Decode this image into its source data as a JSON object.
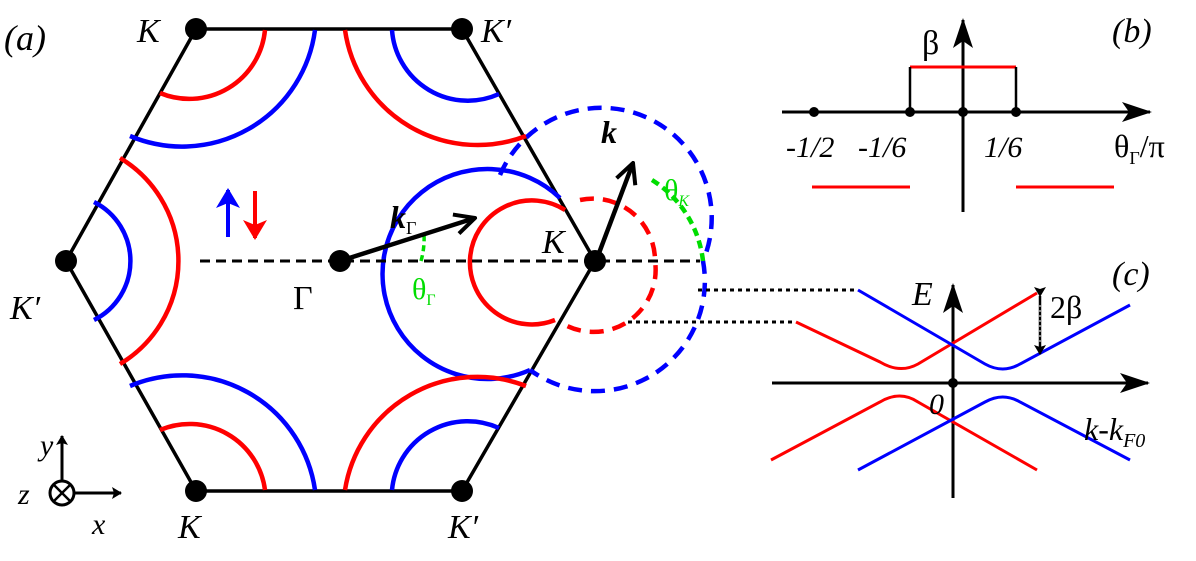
{
  "colors": {
    "spin_up": "#0000ff",
    "spin_down": "#ff0000",
    "angle_marker": "#00dd00",
    "lines": "#000000"
  },
  "panel_a": {
    "label": "(a)",
    "corner_labels": {
      "top_left": "K",
      "top_right": "K′",
      "left": "K′",
      "right": "K",
      "bottom_left": "K",
      "bottom_right": "K′"
    },
    "gamma_label": "Γ",
    "k_gamma_main": "k",
    "k_gamma_sub": "Γ",
    "theta_gamma_main": "θ",
    "theta_gamma_sub": "Γ",
    "k_label": "k",
    "theta_k_main": "θ",
    "theta_k_sub": "K",
    "axes": {
      "y": "y",
      "z": "z",
      "x": "x"
    }
  },
  "panel_b": {
    "label": "(b)",
    "y_axis_label": "β",
    "x_axis_main": "θ",
    "x_axis_sub": "Γ",
    "x_axis_suffix": "/π",
    "ticks": [
      "-1/2",
      "-1/6",
      "1/6"
    ]
  },
  "panel_c": {
    "label": "(c)",
    "y_axis_label": "E",
    "gap_label": "2β",
    "origin_label": "0",
    "x_axis_main": "k-k",
    "x_axis_sub": "F0"
  }
}
